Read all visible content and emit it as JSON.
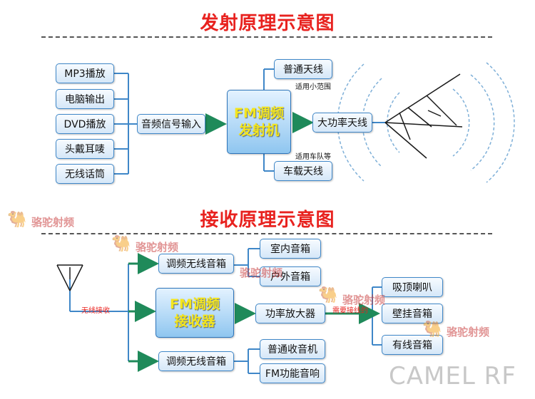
{
  "top_section": {
    "title": "发射原理示意图",
    "sources": [
      "MP3播放",
      "电脑输出",
      "DVD播放",
      "头戴耳唛",
      "无线话筒"
    ],
    "audio_input": "音频信号输入",
    "transmitter_line1": "FM调频",
    "transmitter_line2": "发射机",
    "antenna_regular": "普通天线",
    "note_small_range": "适用小范围",
    "antenna_high_power": "大功率天线",
    "note_fleet": "适用车队等",
    "antenna_vehicle": "车载天线"
  },
  "bottom_section": {
    "title": "接收原理示意图",
    "wireless_receive": "无线接收",
    "fm_speaker_top": "调频无线音箱",
    "receiver_line1": "FM调频",
    "receiver_line2": "接收器",
    "fm_speaker_bottom": "调频无线音箱",
    "indoor_speaker": "室内音箱",
    "outdoor_speaker": "户外音箱",
    "power_amp": "功率放大器",
    "needs_wiring": "需要接线的",
    "ceiling_speaker": "吸顶喇叭",
    "wall_speaker": "壁挂音箱",
    "wired_speaker": "有线音箱",
    "regular_radio": "普通收音机",
    "fm_audio": "FM功能音响"
  },
  "watermarks": {
    "brand_cn": "骆驼射频",
    "brand_en": "CAMEL RF"
  },
  "colors": {
    "title_red": "#e8221f",
    "line_blue": "#3f87c8",
    "arrow_green": "#1f8a5a",
    "fm_yellow": "#f4e51d"
  }
}
